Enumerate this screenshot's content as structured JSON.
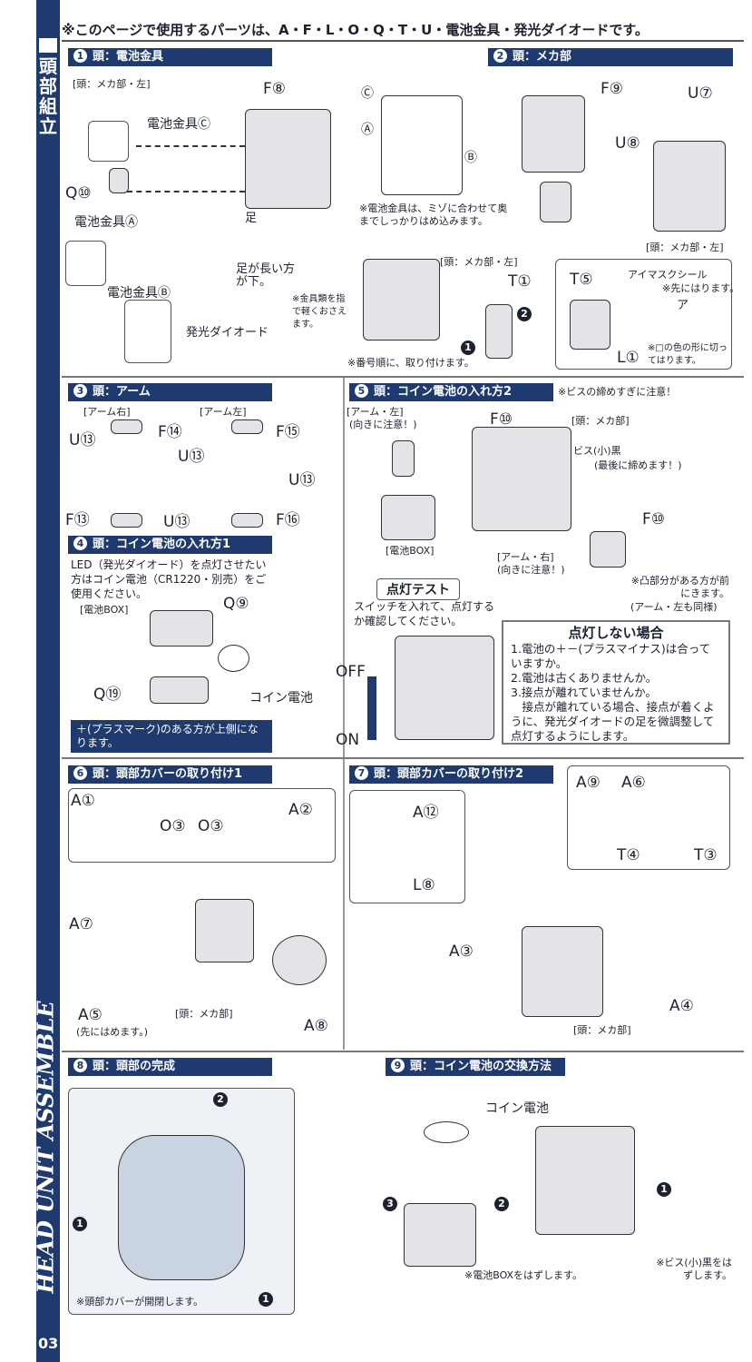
{
  "page": {
    "side_title": "頭部組立",
    "side_english": "HEAD UNIT ASSEMBLE",
    "page_number": "03",
    "parts_note": "※このページで使用するパーツは、A・F・L・O・Q・T・U・電池金具・発光ダイオードです。"
  },
  "steps": [
    {
      "num": "1",
      "title": "頭：電池金具",
      "labels": [
        "[頭：メカ部・左]",
        "F⑧",
        "電池金具Ⓒ",
        "Q⑩",
        "電池金具Ⓐ",
        "電池金具Ⓑ",
        "足",
        "足が長い方が下。",
        "発光ダイオード",
        "Ⓒ",
        "Ⓐ",
        "Ⓑ",
        "※電池金具は、ミゾに合わせて奥までしっかりはめ込みます。",
        "[頭：メカ部・左]",
        "T①",
        "※金具類を指で軽くおさえます。",
        "※番号順に、取り付けます。"
      ]
    },
    {
      "num": "2",
      "title": "頭：メカ部",
      "labels": [
        "F⑨",
        "U⑦",
        "U⑧",
        "[頭：メカ部・左]",
        "T⑤",
        "アイマスクシール",
        "※先にはります。",
        "ア",
        "L①",
        "※□の色の形に切ってはります。"
      ]
    },
    {
      "num": "3",
      "title": "頭：アーム",
      "labels": [
        "[アーム右]",
        "[アーム左]",
        "F⑭",
        "F⑮",
        "U⑬",
        "U⑬",
        "U⑬",
        "U⑬",
        "F⑬",
        "F⑯"
      ]
    },
    {
      "num": "4",
      "title": "頭：コイン電池の入れ方1",
      "labels": [
        "LED（発光ダイオード）を点灯させたい方はコイン電池（CR1220・別売）をご使用ください。",
        "[電池BOX]",
        "Q⑨",
        "Q⑲",
        "コイン電池"
      ],
      "note": "＋(プラスマーク)のある方が上側になります。"
    },
    {
      "num": "5",
      "title": "頭：コイン電池の入れ方2",
      "caution": "※ビスの締めすぎに注意！",
      "labels": [
        "[アーム・左]",
        "(向きに注意！)",
        "F⑩",
        "[頭：メカ部]",
        "ビス(小)黒",
        "(最後に締めます！)",
        "F⑩",
        "[電池BOX]",
        "[アーム・右]",
        "(向きに注意！)",
        "※凸部分がある方が前にきます。",
        "(アーム・左も同様)"
      ]
    },
    {
      "num": "6",
      "title": "頭：頭部カバーの取り付け1",
      "labels": [
        "A①",
        "O③",
        "O③",
        "A②",
        "A⑦",
        "A⑤",
        "(先にはめます。)",
        "[頭：メカ部]",
        "A⑧"
      ]
    },
    {
      "num": "7",
      "title": "頭：頭部カバーの取り付け2",
      "labels": [
        "A⑫",
        "L⑧",
        "A⑨",
        "A⑥",
        "T④",
        "T③",
        "A③",
        "A④",
        "[頭：メカ部]"
      ]
    },
    {
      "num": "8",
      "title": "頭：頭部の完成",
      "labels": [
        "※頭部カバーが開閉します。"
      ]
    },
    {
      "num": "9",
      "title": "頭：コイン電池の交換方法",
      "labels": [
        "コイン電池",
        "※電池BOXをはずします。",
        "※ビス(小)黒をはずします。"
      ]
    }
  ],
  "light_test": {
    "title": "点灯テスト",
    "text": "スイッチを入れて、点灯するか確認してください。",
    "off": "OFF",
    "on": "ON"
  },
  "troubleshoot": {
    "title": "点灯しない場合",
    "text": "1.電池の＋－(プラスマイナス)は合っていますか。\n2.電池は古くありませんか。\n3.接点が離れていませんか。\n　接点が離れている場合、接点が着くように、発光ダイオードの足を微調整して点灯するようにします。"
  },
  "order_marks": [
    "1",
    "2",
    "3"
  ]
}
